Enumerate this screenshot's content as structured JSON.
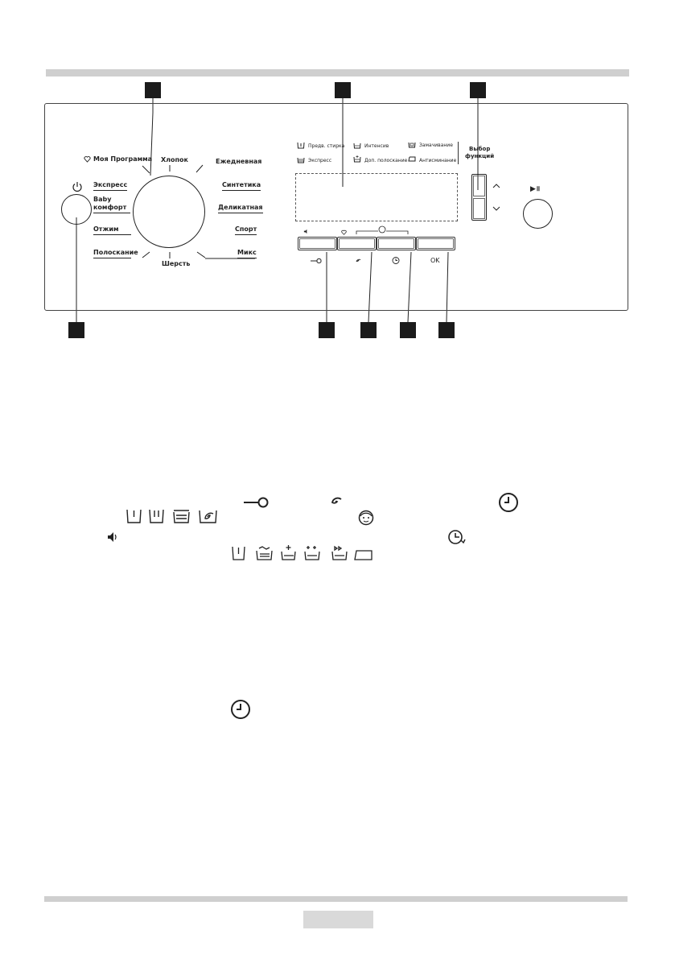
{
  "panel": {
    "dial_programs": {
      "my_program": "Моя Программа",
      "express": "Экспресс",
      "baby_comfort_line1": "Baby",
      "baby_comfort_line2": "комфорт",
      "spin": "Отжим",
      "rinse": "Полоскание",
      "cotton": "Хлопок",
      "wool": "Шерсть",
      "daily": "Ежедневная",
      "synthetics": "Синтетика",
      "delicate": "Деликатная",
      "sport": "Спорт",
      "mix": "Микс"
    },
    "options": {
      "prewash": "Предв. стирка",
      "express": "Экспресс",
      "intensive": "Интенсив",
      "extra_rinse": "Доп. полоскание",
      "soak": "Замачивание",
      "anti_crease": "Антисминание"
    },
    "function_select_line1": "Выбор",
    "function_select_line2": "функций",
    "ok_label": "OK",
    "play_pause_label": "▶॥"
  },
  "icons": [
    "power-icon",
    "heart-icon",
    "sound-icon",
    "key-lock-icon",
    "spin-icon",
    "timer-icon",
    "child-face-icon",
    "delay-icon",
    "prewash-icon",
    "intensive-icon",
    "soak-icon",
    "extra-rinse-icon",
    "iron-icon",
    "clock-icon",
    "up-arrow-icon",
    "down-arrow-icon"
  ],
  "colors": {
    "marker": "#1b1b1b",
    "rule": "#cfcfcf",
    "page_box": "#d9d9d9"
  }
}
